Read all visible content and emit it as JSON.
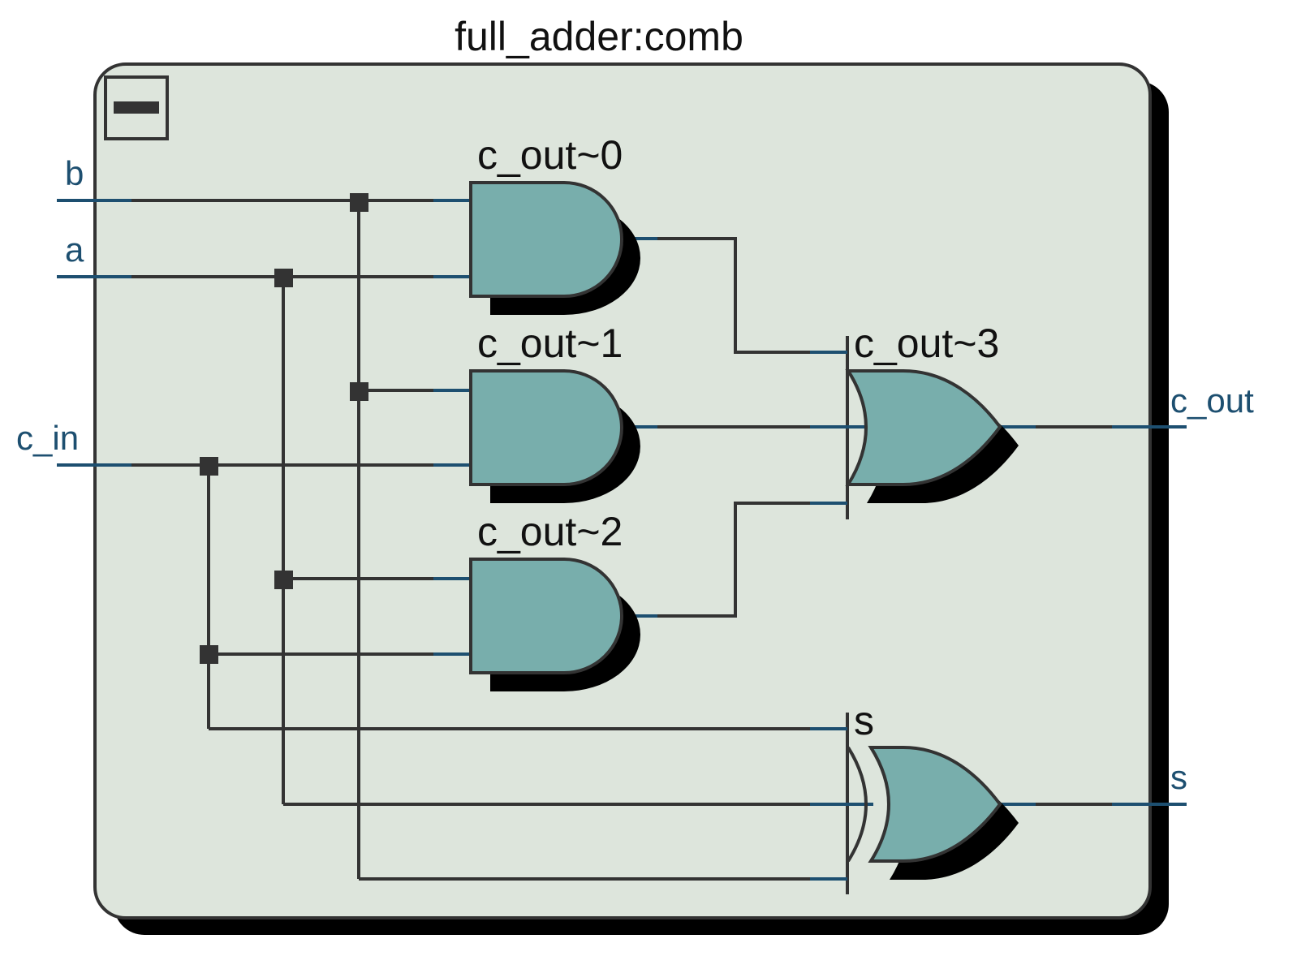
{
  "title": "full_adder:comb",
  "gates": {
    "and0": "c_out~0",
    "and1": "c_out~1",
    "and2": "c_out~2",
    "or3": "c_out~3",
    "xor": "s"
  },
  "ports": {
    "inputs": [
      "b",
      "a",
      "c_in"
    ],
    "outputs": [
      "c_out",
      "s"
    ]
  },
  "colors": {
    "page": "#ffffff",
    "block_fill": "#dde5dc",
    "block_border": "#333333",
    "gate_fill": "#78aeac",
    "wire": "#333333",
    "port_wire": "#1d4f70",
    "port_text": "#1d4f70",
    "shadow": "#000000"
  },
  "icons": {
    "collapse": "collapse-minus-icon"
  }
}
